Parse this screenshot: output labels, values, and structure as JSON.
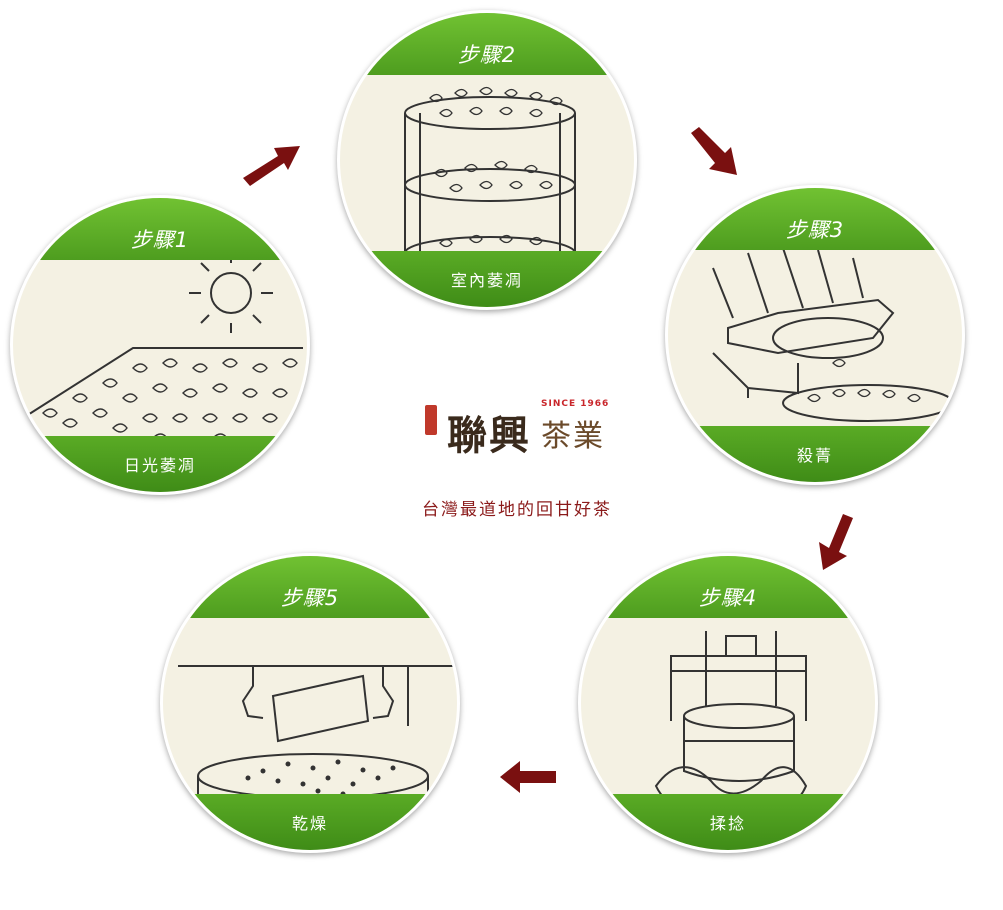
{
  "steps": [
    {
      "title": "步驟1",
      "label": "日光萎凋"
    },
    {
      "title": "步驟2",
      "label": "室內萎凋"
    },
    {
      "title": "步驟3",
      "label": "殺菁"
    },
    {
      "title": "步驟4",
      "label": "揉捻"
    },
    {
      "title": "步驟5",
      "label": "乾燥"
    }
  ],
  "logo": {
    "brand": "聯興",
    "brand_suffix": "茶業",
    "since": "SINCE 1966"
  },
  "slogan": "台灣最道地的回甘好茶",
  "colors": {
    "green": "#5aab25",
    "arrow": "#7a1010",
    "slogan": "#8b1a1a"
  }
}
